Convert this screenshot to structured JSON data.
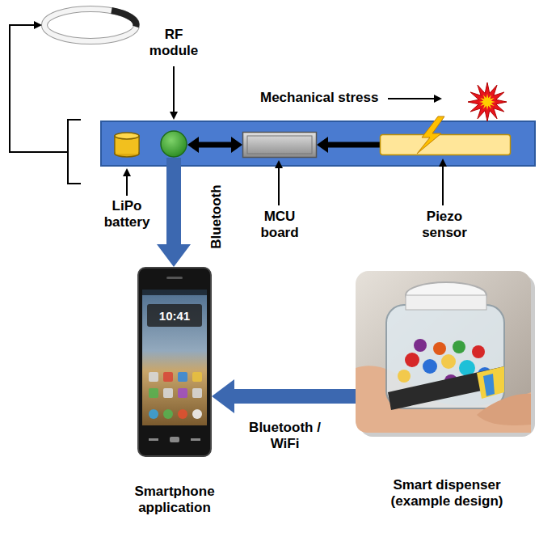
{
  "diagram": {
    "nodes": [
      {
        "text": [
          "LiPo battery"
        ]
      },
      {
        "text": [
          "RF module"
        ]
      },
      {
        "text": [
          "MCU board"
        ]
      },
      {
        "text": [
          "Piezo sensor"
        ]
      },
      {
        "text": [
          "Smartphone application"
        ]
      },
      {
        "text": [
          "Smart dispenser (example design)"
        ]
      }
    ],
    "edges": [
      {
        "from": 1,
        "to": 2,
        "arrow": "both"
      },
      {
        "from": 3,
        "to": 2,
        "arrow": "to"
      },
      {
        "from": 1,
        "to": 4,
        "label": "Bluetooth",
        "arrow": "to"
      },
      {
        "from": 5,
        "to": 4,
        "label": "Bluetooth / WiFi",
        "arrow": "to"
      }
    ],
    "labels": [
      "Mechanical stress",
      "10:41"
    ]
  }
}
